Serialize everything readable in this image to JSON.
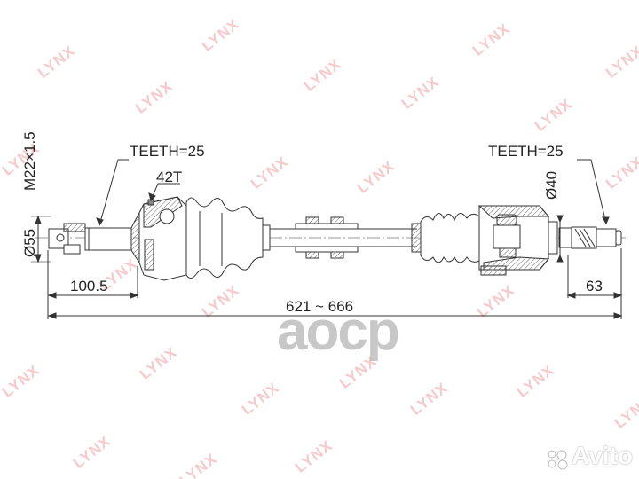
{
  "diagram": {
    "subject": "Drive shaft (CV axle) technical drawing",
    "watermark_text": "LYNX",
    "labels": {
      "left_teeth": "TEETH=25",
      "right_teeth": "TEETH=25",
      "abs_ring": "42T",
      "thread": "M22×1.5",
      "left_diameter": "Ø55",
      "right_diameter": "Ø40",
      "left_length": "100.5",
      "right_length": "63",
      "total_length": "621 ~ 666"
    }
  },
  "overlays": {
    "aocp_logo": "aocp",
    "avito_logo": "Avito"
  },
  "colors": {
    "line": "#333333",
    "watermark": "#f3b9bd",
    "hatch": "#555555"
  }
}
